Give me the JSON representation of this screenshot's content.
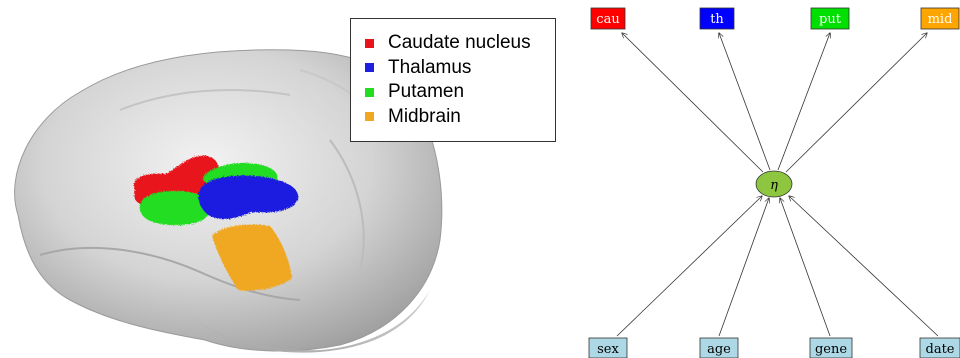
{
  "legend": {
    "items": [
      {
        "label": "Caudate nucleus",
        "color": "#e8141c"
      },
      {
        "label": "Thalamus",
        "color": "#1f1fe0"
      },
      {
        "label": "Putamen",
        "color": "#22dd22"
      },
      {
        "label": "Midbrain",
        "color": "#f0a820"
      }
    ]
  },
  "diagram": {
    "outcomes": [
      {
        "id": "cau",
        "label": "cau",
        "fill": "#ff0000",
        "text_color": "#ffffff"
      },
      {
        "id": "th",
        "label": "th",
        "fill": "#0000ff",
        "text_color": "#ffffff"
      },
      {
        "id": "put",
        "label": "put",
        "fill": "#00e000",
        "text_color": "#ffffff"
      },
      {
        "id": "mid",
        "label": "mid",
        "fill": "#ffa500",
        "text_color": "#ffffff"
      }
    ],
    "latent": {
      "id": "eta",
      "label": "η",
      "fill": "#8ec63f"
    },
    "covariates": [
      {
        "id": "sex",
        "label": "sex",
        "fill": "#add8e6"
      },
      {
        "id": "age",
        "label": "age",
        "fill": "#add8e6"
      },
      {
        "id": "gene",
        "label": "gene",
        "fill": "#add8e6"
      },
      {
        "id": "date",
        "label": "date",
        "fill": "#add8e6"
      }
    ]
  }
}
